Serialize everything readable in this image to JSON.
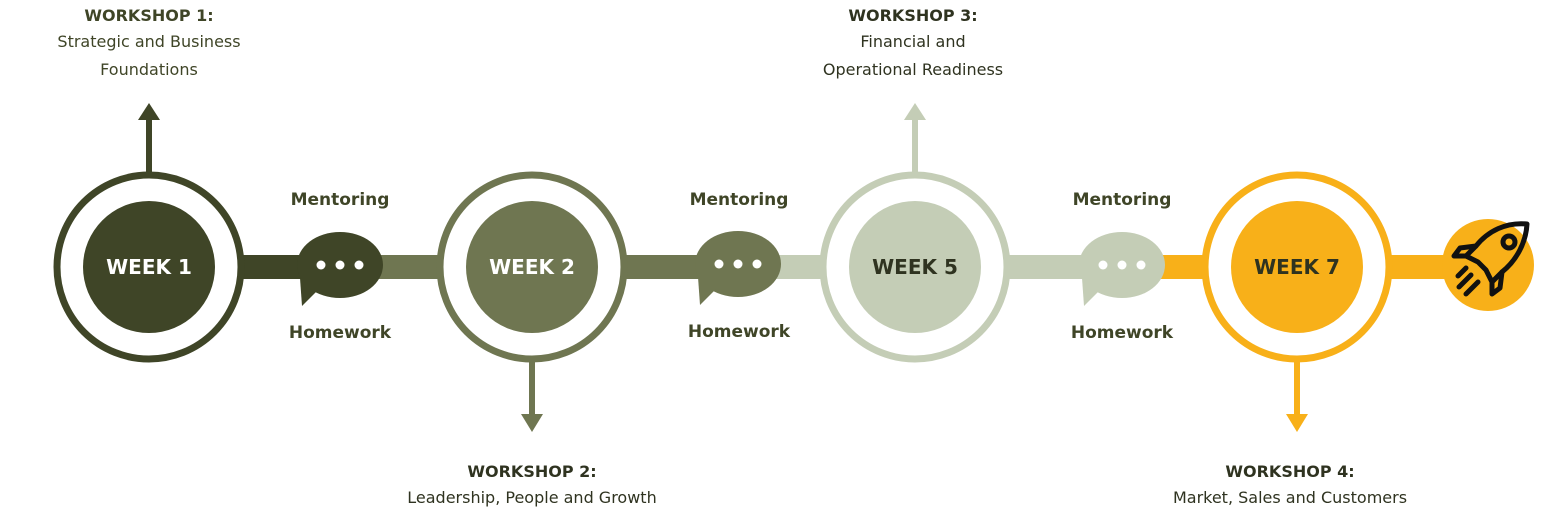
{
  "colors": {
    "dark": "#3f4527",
    "olive": "#6f7651",
    "sage": "#c4cdb6",
    "amber": "#f8b019",
    "white": "#ffffff",
    "text_dark": "#2f3320"
  },
  "weeks": [
    {
      "label": "WEEK 1"
    },
    {
      "label": "WEEK 2"
    },
    {
      "label": "WEEK 5"
    },
    {
      "label": "WEEK 7"
    }
  ],
  "workshops": [
    {
      "title": "WORKSHOP 1:",
      "lines": [
        "Strategic and Business",
        "Foundations"
      ]
    },
    {
      "title": "WORKSHOP 2:",
      "lines": [
        "Leadership, People and Growth"
      ]
    },
    {
      "title": "WORKSHOP 3:",
      "lines": [
        "Financial and",
        "Operational Readiness"
      ]
    },
    {
      "title": "WORKSHOP 4:",
      "lines": [
        "Market, Sales and Customers"
      ]
    }
  ],
  "connectors": [
    {
      "top": "Mentoring",
      "bottom": "Homework"
    },
    {
      "top": "Mentoring",
      "bottom": "Homework"
    },
    {
      "top": "Mentoring",
      "bottom": "Homework"
    }
  ],
  "end_icon": "rocket-icon"
}
